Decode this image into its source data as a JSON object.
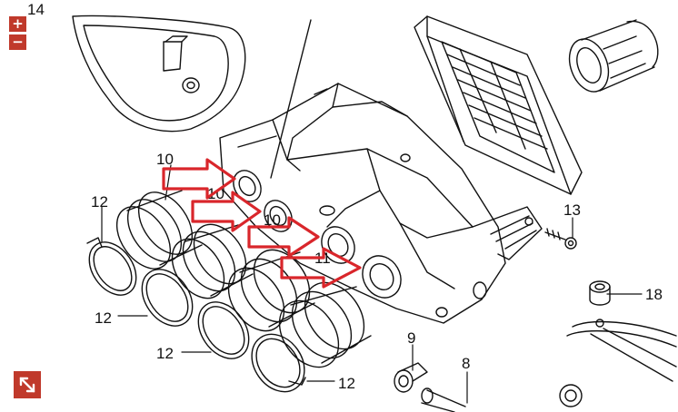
{
  "toolbar": {
    "zoom_in_symbol": "+",
    "zoom_out_symbol": "−",
    "fullscreen_icon": "expand-arrows-icon"
  },
  "diagram": {
    "callouts": {
      "top_left": "14",
      "hose_a": "10",
      "hose_b": "10",
      "hose_c": "10",
      "part_11": "11",
      "clamp_top_left": "12",
      "clamp_left": "12",
      "clamp_bottom_left": "12",
      "clamp_bottom": "12",
      "screw": "13",
      "grommet": "18",
      "clip": "9",
      "pipe": "8"
    },
    "annotation_color": "#d9262b"
  }
}
